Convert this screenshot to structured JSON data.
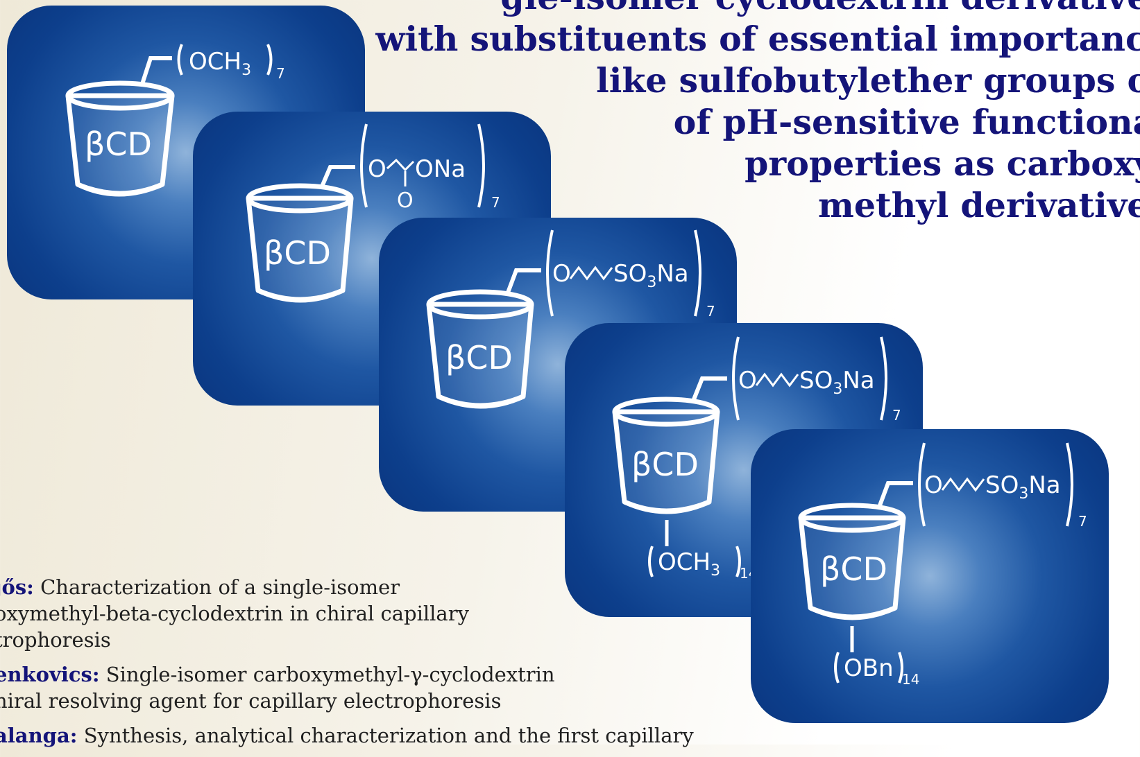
{
  "headline": {
    "lines": [
      "gle-isomer cyclodextrin derivatives",
      "with substituents of essential importance",
      "like sulfobutylether groups or",
      "of pH-sensitive functional",
      "properties as carboxy-",
      "methyl derivatives"
    ]
  },
  "cards": [
    {
      "cup_label": "βCD",
      "upper": {
        "group": "OCH",
        "sub": "3",
        "count": "7"
      }
    },
    {
      "cup_label": "βCD",
      "upper": {
        "left": "O",
        "right": "ONa",
        "carbonyl": "O",
        "count": "7"
      }
    },
    {
      "cup_label": "βCD",
      "upper": {
        "left": "O",
        "group": "SO",
        "sub": "3",
        "tail": "Na",
        "count": "7"
      }
    },
    {
      "cup_label": "βCD",
      "upper": {
        "left": "O",
        "group": "SO",
        "sub": "3",
        "tail": "Na",
        "count": "7"
      },
      "lower": {
        "group": "OCH",
        "sub": "3",
        "count": "14"
      }
    },
    {
      "cup_label": "βCD",
      "upper": {
        "left": "O",
        "group": "SO",
        "sub": "3",
        "tail": "Na",
        "count": "7"
      },
      "lower": {
        "group": "OBn",
        "count": "14"
      }
    }
  ],
  "references": [
    {
      "author": "jős:",
      "text": "Characterization of a single-isomer",
      "more": [
        "oxymethyl-beta-cyclodextrin in chiral capillary",
        "trophoresis"
      ]
    },
    {
      "author": "enkovics:",
      "text": "Single-isomer carboxymethyl-γ-cyclodextrin",
      "more": [
        "hiral resolving agent for capillary electrophoresis"
      ]
    },
    {
      "author": "alanga:",
      "text": "Synthesis, analytical characterization and the first capillary",
      "more": []
    }
  ],
  "colors": {
    "headline": "#141479",
    "card_dark": "#0a3680",
    "card_light": "#8fb3da"
  }
}
